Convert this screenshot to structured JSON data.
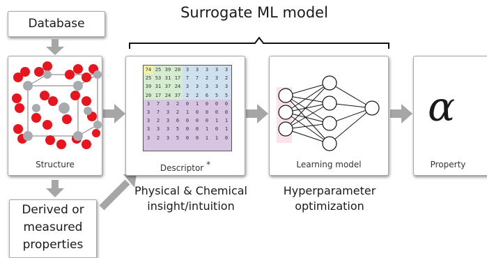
{
  "top_label": "Surrogate ML model",
  "database_label": "Database",
  "structure_caption": "Structure",
  "descriptor_caption": "Descriptor",
  "descriptor_mark": "*",
  "learning_caption": "Learning model",
  "property_caption": "Property",
  "property_symbol": "α",
  "derived_label": [
    "Derived or",
    "measured",
    "properties"
  ],
  "physchem_label": [
    "Physical & Chemical",
    "insight/intuition"
  ],
  "hyper_label": [
    "Hyperparameter",
    "optimization"
  ],
  "matrix": [
    [
      "74",
      "25",
      "39",
      "20",
      "3",
      "3",
      "3",
      "3",
      "3"
    ],
    [
      "25",
      "53",
      "31",
      "17",
      "7",
      "7",
      "2",
      "3",
      "2"
    ],
    [
      "39",
      "31",
      "37",
      "24",
      "3",
      "3",
      "3",
      "3",
      "3"
    ],
    [
      "20",
      "17",
      "24",
      "37",
      "2",
      "2",
      "6",
      "5",
      "5"
    ],
    [
      "3",
      "7",
      "3",
      "2",
      "0",
      "1",
      "0",
      "0",
      "0"
    ],
    [
      "3",
      "7",
      "3",
      "2",
      "1",
      "0",
      "0",
      "0",
      "0"
    ],
    [
      "3",
      "2",
      "3",
      "6",
      "0",
      "0",
      "0",
      "1",
      "1"
    ],
    [
      "3",
      "3",
      "3",
      "5",
      "0",
      "0",
      "1",
      "0",
      "1"
    ],
    [
      "3",
      "2",
      "3",
      "5",
      "0",
      "0",
      "1",
      "1",
      "0"
    ],
    [
      "",
      "",
      "",
      "",
      "",
      "",
      "",
      "",
      ""
    ]
  ],
  "colors": {
    "arrow": "#a6a6a6",
    "matrix_purple": "#d7c4e2",
    "matrix_green": "#d6ecd0",
    "matrix_blue": "#cfe0ef",
    "matrix_yellow": "#f6efa6",
    "atom_red": "#e8141e",
    "atom_gray": "#a7abb0"
  }
}
